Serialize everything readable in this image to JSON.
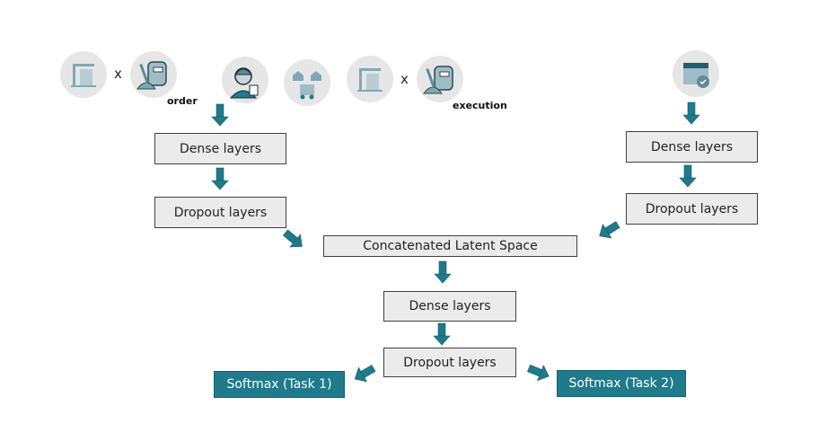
{
  "inputs": {
    "left": {
      "group_order": {
        "operator": "x",
        "label": "order",
        "icons": [
          "construction-crane-icon",
          "cement-bag-icon"
        ]
      },
      "worker": "worker-icon",
      "logistics": "warehouse-logistics-icon",
      "group_execution": {
        "operator": "x",
        "label": "execution",
        "icons": [
          "construction-crane-icon",
          "cement-bag-icon"
        ]
      }
    },
    "right": {
      "icon": "calendar-check-icon"
    }
  },
  "left_branch": {
    "dense": "Dense layers",
    "dropout": "Dropout layers"
  },
  "right_branch": {
    "dense": "Dense layers",
    "dropout": "Dropout layers"
  },
  "merge": {
    "label": "Concatenated Latent Space"
  },
  "shared": {
    "dense": "Dense layers",
    "dropout": "Dropout layers"
  },
  "outputs": {
    "task1": "Softmax (Task 1)",
    "task2": "Softmax (Task 2)"
  },
  "colors": {
    "accent": "#1f7a8c",
    "box_fill": "#ebebeb",
    "icon_bg": "#e6e6e6"
  }
}
